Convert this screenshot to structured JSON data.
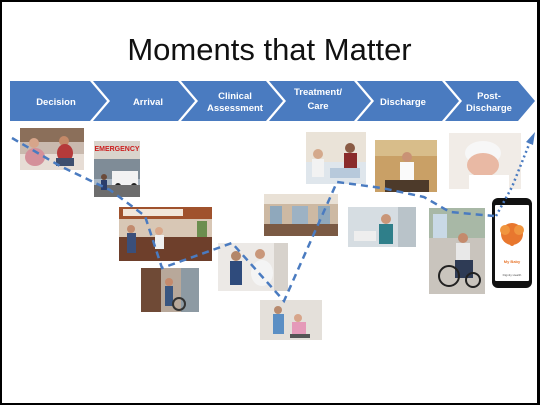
{
  "slide": {
    "title": "Moments that Matter"
  },
  "journey": {
    "color": "#4a7bc0",
    "stages": [
      {
        "line1": "Decision",
        "line2": ""
      },
      {
        "line1": "Arrival",
        "line2": ""
      },
      {
        "line1": "Clinical",
        "line2": "Assessment"
      },
      {
        "line1": "Treatment/",
        "line2": "Care"
      },
      {
        "line1": "Discharge",
        "line2": ""
      },
      {
        "line1": "Post-",
        "line2": "Discharge"
      }
    ]
  },
  "photos": {
    "emergency_sign": "EMERGENCY",
    "app_name": "My Baby",
    "app_brand": "Dignity Health"
  }
}
